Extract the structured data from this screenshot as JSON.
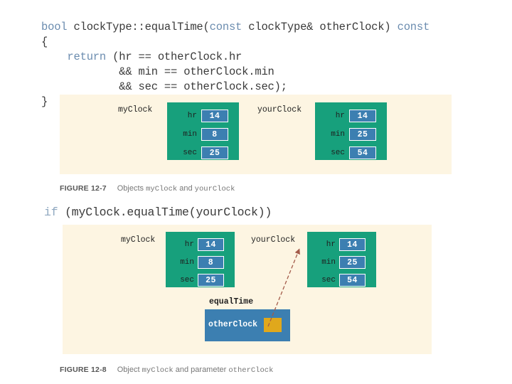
{
  "slide": {
    "background": "#ffffff",
    "cream_panel_color": "#fdf5e2",
    "object_box_color": "#17a07c",
    "value_box_color": "#3c7fb1",
    "function_box_color": "#3c7fb1",
    "reference_cell_color": "#e0a81c",
    "keyword_color": "#6b8caf",
    "code_text_color": "#3a3a3a",
    "arrow_color": "#a35b4a"
  },
  "code": {
    "lines": [
      [
        {
          "t": "bool",
          "k": true
        },
        {
          "t": " clockType::equalTime(",
          "k": false
        },
        {
          "t": "const",
          "k": true
        },
        {
          "t": " clockType& otherClock) ",
          "k": false
        },
        {
          "t": "const",
          "k": true
        }
      ],
      [
        {
          "t": "{",
          "k": false
        }
      ],
      [
        {
          "t": "    ",
          "k": false
        },
        {
          "t": "return",
          "k": true
        },
        {
          "t": " (hr == otherClock.hr",
          "k": false
        }
      ],
      [
        {
          "t": "            && min == otherClock.min",
          "k": false
        }
      ],
      [
        {
          "t": "            && sec == otherClock.sec);",
          "k": false
        }
      ],
      [
        {
          "t": "}",
          "k": false
        }
      ]
    ]
  },
  "if_statement": {
    "lines": [
      [
        {
          "t": "if",
          "k": true
        },
        {
          "t": " (myClock.equalTime(yourClock))",
          "k": false
        }
      ]
    ]
  },
  "figure1": {
    "caption_number": "FIGURE 12-7",
    "caption_text_pre": "Objects ",
    "caption_mono_1": "myClock",
    "caption_text_mid": " and ",
    "caption_mono_2": "yourClock",
    "objects": [
      {
        "label": "myClock",
        "fields": [
          {
            "name": "hr",
            "value": "14"
          },
          {
            "name": "min",
            "value": "8"
          },
          {
            "name": "sec",
            "value": "25"
          }
        ]
      },
      {
        "label": "yourClock",
        "fields": [
          {
            "name": "hr",
            "value": "14"
          },
          {
            "name": "min",
            "value": "25"
          },
          {
            "name": "sec",
            "value": "54"
          }
        ]
      }
    ]
  },
  "figure2": {
    "caption_number": "FIGURE 12-8",
    "caption_text_pre": "Object ",
    "caption_mono_1": "myClock",
    "caption_text_mid": " and parameter ",
    "caption_mono_2": "otherClock",
    "objects": [
      {
        "label": "myClock",
        "fields": [
          {
            "name": "hr",
            "value": "14"
          },
          {
            "name": "min",
            "value": "8"
          },
          {
            "name": "sec",
            "value": "25"
          }
        ]
      },
      {
        "label": "yourClock",
        "fields": [
          {
            "name": "hr",
            "value": "14"
          },
          {
            "name": "min",
            "value": "25"
          },
          {
            "name": "sec",
            "value": "54"
          }
        ]
      }
    ],
    "function": {
      "label": "equalTime",
      "parameter_name": "otherClock",
      "reference_value": ""
    }
  }
}
